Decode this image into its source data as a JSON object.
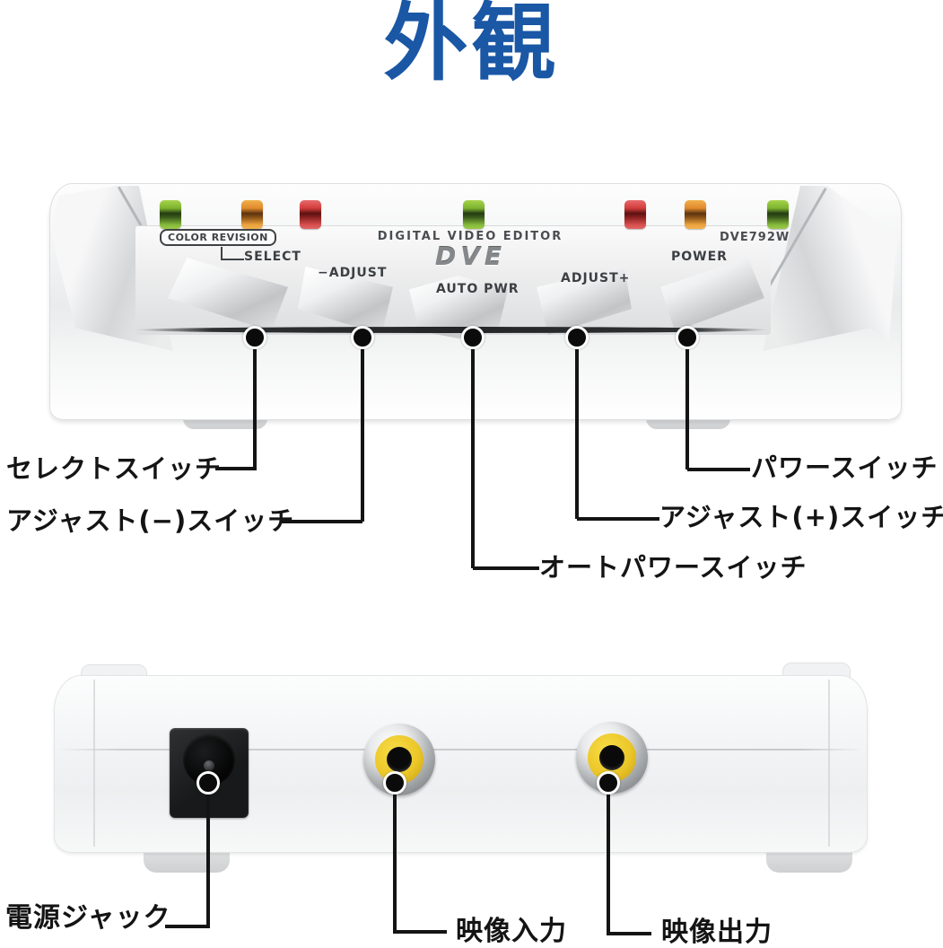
{
  "page": {
    "title": "外観"
  },
  "colors": {
    "title_blue": "#1a57a5",
    "led_green": "#7db32f",
    "led_orange": "#e08a2d",
    "led_red": "#d23c3c",
    "rca_yellow": "#ecc728",
    "callout_line": "#141414"
  },
  "front_view": {
    "panel_text": {
      "color_revision": "COLOR REVISION",
      "select": "SELECT",
      "adjust_minus": "−ADJUST",
      "auto_pwr": "AUTO PWR",
      "adjust_plus": "ADJUST+",
      "power": "POWER",
      "product_line": "DIGITAL VIDEO EDITOR",
      "logo": "DVE",
      "model": "DVE792W"
    },
    "leds": [
      "green",
      "orange",
      "red",
      "green",
      "red",
      "orange",
      "green"
    ],
    "callouts": {
      "select": "セレクトスイッチ",
      "adjust_minus": "アジャスト(−)スイッチ",
      "auto_power": "オートパワースイッチ",
      "adjust_plus": "アジャスト(+)スイッチ",
      "power": "パワースイッチ"
    }
  },
  "rear_view": {
    "callouts": {
      "power_jack": "電源ジャック",
      "video_input": "映像入力",
      "video_output": "映像出力"
    }
  }
}
